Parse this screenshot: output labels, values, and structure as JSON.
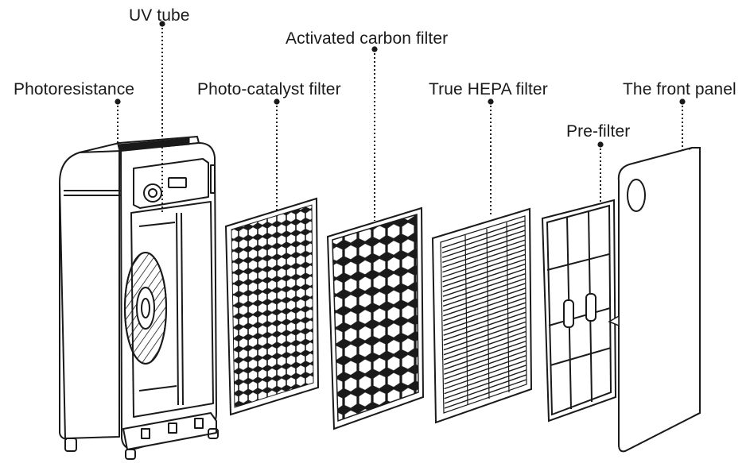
{
  "labels": {
    "uv_tube": "UV tube",
    "activated_carbon_filter": "Activated carbon filter",
    "photoresistance": "Photoresistance",
    "photo_catalyst_filter": "Photo-catalyst filter",
    "true_hepa_filter": "True HEPA filter",
    "the_front_panel": "The front panel",
    "pre_filter": "Pre-filter"
  },
  "colors": {
    "line": "#1a1a1a",
    "text": "#1a1a1a",
    "background": "#ffffff"
  }
}
